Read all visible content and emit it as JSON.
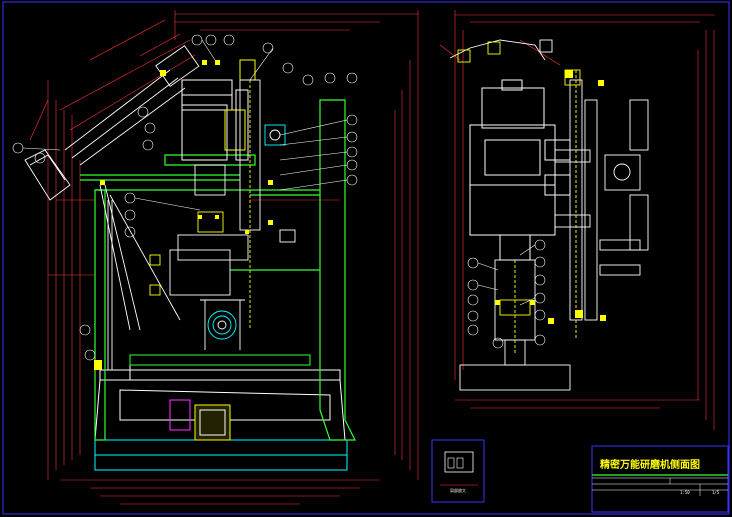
{
  "drawing": {
    "title": "精密万能研磨机侧面图",
    "scale": "1:50",
    "sheet": "1/5",
    "detail_label": "局部放大"
  },
  "colors": {
    "background": "#000000",
    "frame": "#3333ff",
    "outline": "#ffffff",
    "dimension": "#ff3333",
    "hidden": "#ffff00",
    "structure": "#33ff33",
    "accent": "#00ffff",
    "magenta": "#ff33ff"
  }
}
